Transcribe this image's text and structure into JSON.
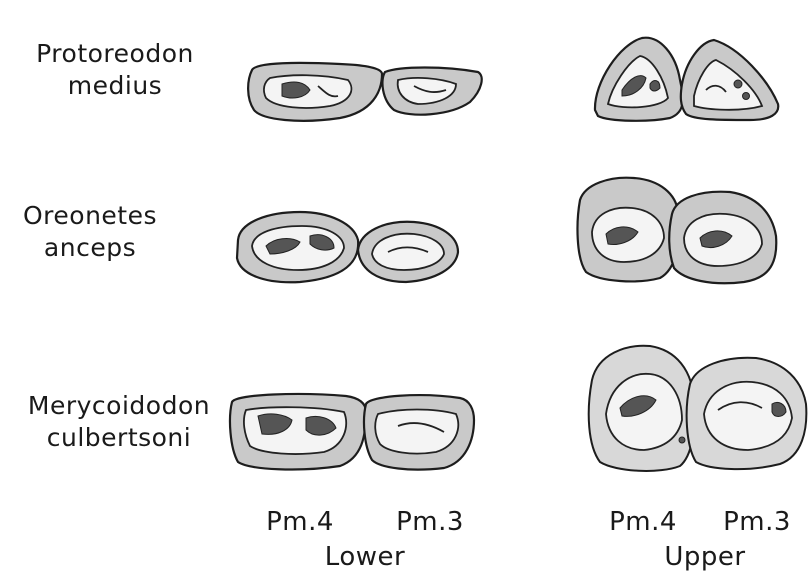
{
  "species": [
    {
      "name_line1": "Protoreodon",
      "name_line2": "medius"
    },
    {
      "name_line1": "Oreonetes",
      "name_line2": "anceps"
    },
    {
      "name_line1": "Merycoidodon",
      "name_line2": "culbertsoni"
    }
  ],
  "columns": {
    "lower": {
      "tooth_left": "Pm.4",
      "tooth_right": "Pm.3",
      "caption": "Lower"
    },
    "upper": {
      "tooth_left": "Pm.4",
      "tooth_right": "Pm.3",
      "caption": "Upper"
    }
  }
}
